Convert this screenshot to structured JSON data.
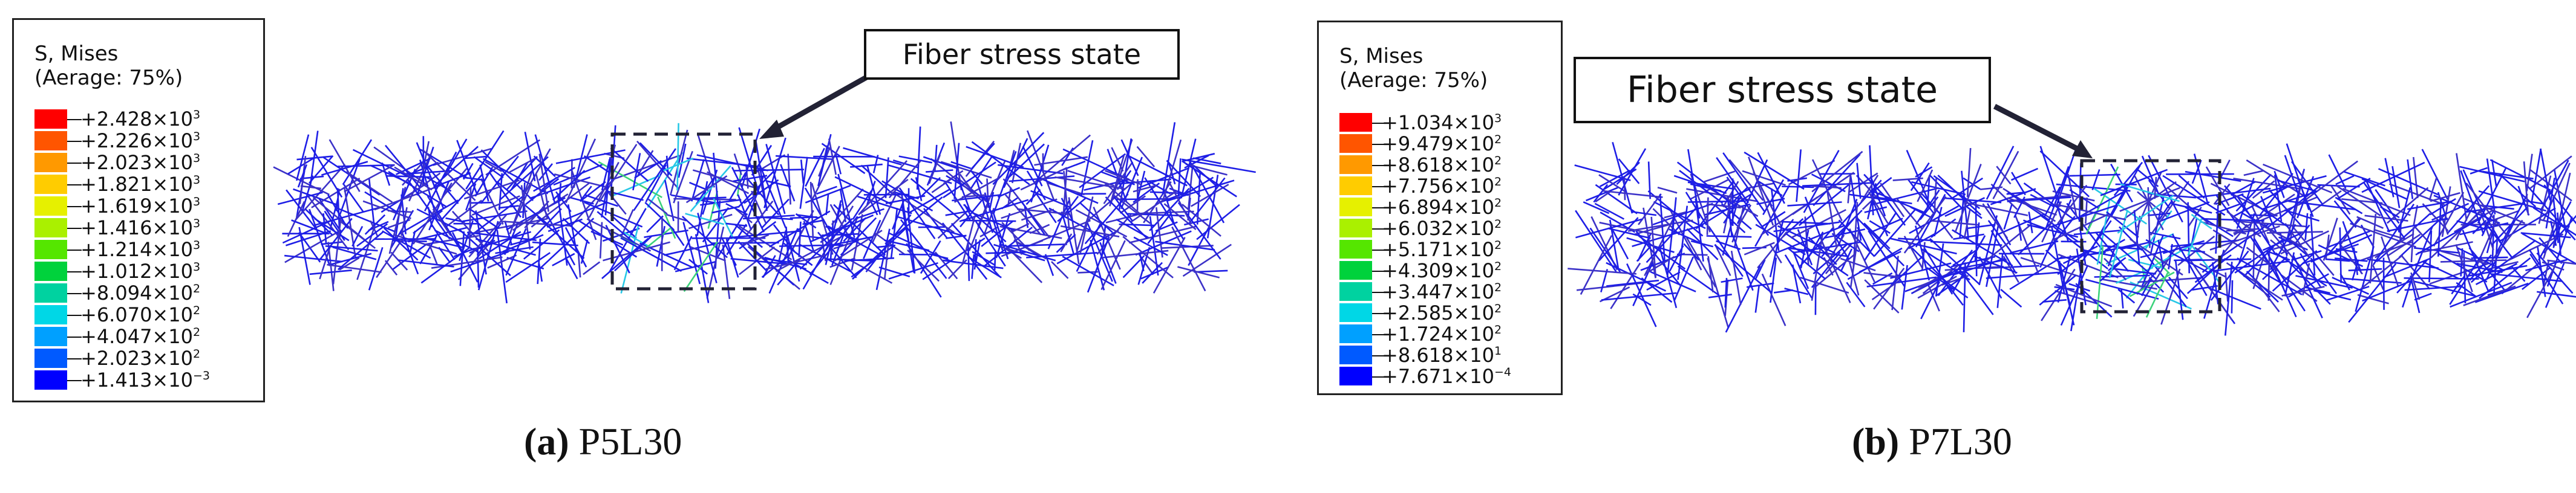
{
  "colors": {
    "legend_scale": [
      "#ff0000",
      "#ff5500",
      "#ff9900",
      "#ffcc00",
      "#e6f000",
      "#aaf000",
      "#55e600",
      "#00d23c",
      "#00d2a0",
      "#00d7e6",
      "#00a0ff",
      "#005aff",
      "#0000ff"
    ],
    "fiber_base": "#1e1ee6",
    "fiber_alt": "#3c32c8",
    "fiber_stressed_green": "#3cd27a",
    "fiber_stressed_cyan": "#28c8e6"
  },
  "panel_a": {
    "legend": {
      "title_line1": "S, Mises",
      "title_line2": "(Aerage:  75%)",
      "values": [
        {
          "m": "+2.428×10",
          "e": "3"
        },
        {
          "m": "+2.226×10",
          "e": "3"
        },
        {
          "m": "+2.023×10",
          "e": "3"
        },
        {
          "m": "+1.821×10",
          "e": "3"
        },
        {
          "m": "+1.619×10",
          "e": "3"
        },
        {
          "m": "+1.416×10",
          "e": "3"
        },
        {
          "m": "+1.214×10",
          "e": "3"
        },
        {
          "m": "+1.012×10",
          "e": "3"
        },
        {
          "m": "+8.094×10",
          "e": "2"
        },
        {
          "m": "+6.070×10",
          "e": "2"
        },
        {
          "m": "+4.047×10",
          "e": "2"
        },
        {
          "m": "+2.023×10",
          "e": "2"
        },
        {
          "m": "+1.413×10",
          "e": "−3"
        }
      ]
    },
    "callout": "Fiber stress state",
    "caption_letter": "(a)",
    "caption_name": " P5L30"
  },
  "panel_b": {
    "legend": {
      "title_line1": "S, Mises",
      "title_line2": "(Aerage:  75%)",
      "values": [
        {
          "m": "+1.034×10",
          "e": "3"
        },
        {
          "m": "+9.479×10",
          "e": "2"
        },
        {
          "m": "+8.618×10",
          "e": "2"
        },
        {
          "m": "+7.756×10",
          "e": "2"
        },
        {
          "m": "+6.894×10",
          "e": "2"
        },
        {
          "m": "+6.032×10",
          "e": "2"
        },
        {
          "m": "+5.171×10",
          "e": "2"
        },
        {
          "m": "+4.309×10",
          "e": "2"
        },
        {
          "m": "+3.447×10",
          "e": "2"
        },
        {
          "m": "+2.585×10",
          "e": "2"
        },
        {
          "m": "+1.724×10",
          "e": "2"
        },
        {
          "m": "+8.618×10",
          "e": "1"
        },
        {
          "m": "+7.671×10",
          "e": "−4"
        }
      ]
    },
    "callout": "Fiber stress state",
    "caption_letter": "(b)",
    "caption_name": " P7L30"
  }
}
